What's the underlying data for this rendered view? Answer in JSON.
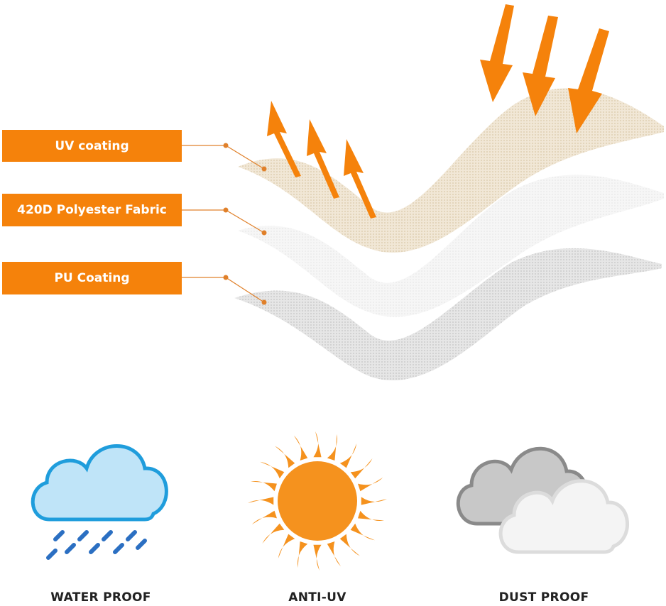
{
  "layers": {
    "uv_coating": "UV coating",
    "polyester": "420D Polyester Fabric",
    "pu_coating": "PU Coating"
  },
  "features": [
    {
      "label": "WATER PROOF",
      "icon": "rain-cloud-icon"
    },
    {
      "label": "ANTI-UV",
      "icon": "sun-icon"
    },
    {
      "label": "DUST PROOF",
      "icon": "clouds-icon"
    }
  ],
  "colors": {
    "accent": "#f5820b",
    "uv_layer": "#efe3cf",
    "fabric_layer": "#f3f3f3",
    "pu_layer": "#dedede",
    "rain_cloud_fill": "#bfe4f8",
    "rain_cloud_stroke": "#1f9ddc",
    "rain_drops": "#2b6fc2",
    "sun": "#f5921e"
  }
}
